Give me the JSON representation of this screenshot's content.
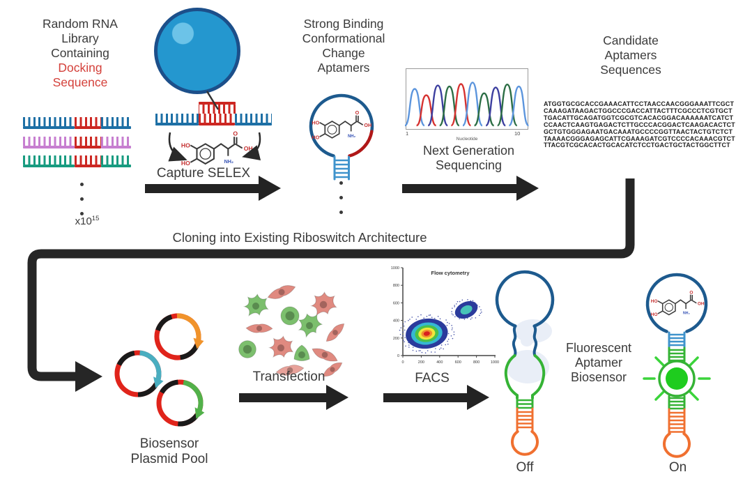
{
  "palette": {
    "text_dark": "#3b3b3b",
    "accent_red": "#d4403a",
    "strand_blue": "#1d6fa5",
    "strand_purple": "#c77fd0",
    "strand_teal": "#189b80",
    "docking_red": "#cc2722",
    "bead_blue": "#2497cf",
    "loop_dark_blue": "#1d5a8e",
    "stem_light_blue": "#3f93cc",
    "stem_green": "#35b335",
    "stem_orange": "#f07030",
    "fluorescence_green": "#1ecc1e",
    "plasmid_red": "#e0241b",
    "plasmid_orange": "#f0932b",
    "plasmid_cyan": "#4aaec0",
    "plasmid_green": "#52b14a",
    "cell_green": "#7cbf6d",
    "cell_red": "#e08a80",
    "arrow_black": "#232323"
  },
  "library": {
    "lines_black": [
      "Random RNA",
      "Library",
      "Containing"
    ],
    "lines_red": [
      "Docking",
      "Sequence"
    ],
    "count_base": "x10",
    "count_exp": "15"
  },
  "capture": {
    "label": "Capture SELEX"
  },
  "aptamers": {
    "lines": [
      "Strong Binding",
      "Conformational",
      "Change",
      "Aptamers"
    ]
  },
  "ngs": {
    "lines": [
      "Next Generation",
      "Sequencing"
    ]
  },
  "candidates": {
    "lines": [
      "Candidate",
      "Aptamers",
      "Sequences"
    ],
    "sequences": [
      "ATGGTGCGCACCGAAACATTCCTAACCAACGGGAAATTCGCT",
      "CAAAGATAAGACTGGCCCGACCATTACTTTCGCCCTCGTGCT",
      "TGACATTGCAGATGGTCGCGTCACACGGACAAAAAATCATCT",
      "CCAACTCAAGTGAGACTCTTGCCCACGGACTCAAGACACTCT",
      "GCTGTGGGAGAATGACAAATGCCCCGGTTAACTACTGTCTCT",
      "TAAAACGGGAGAGCATTCGAAAGATCGTCCCCACAAACGTCT",
      "TTACGTCGCACACTGCACATCTCCTGACTGCTACTGGCTTCT"
    ]
  },
  "cloning": {
    "label": "Cloning into Existing Riboswitch Architecture"
  },
  "plasmid_pool": {
    "lines": [
      "Biosensor",
      "Plasmid Pool"
    ]
  },
  "transfection": {
    "label": "Transfection"
  },
  "facs": {
    "label": "FACS"
  },
  "biosensor": {
    "lines": [
      "Fluorescent",
      "Aptamer",
      "Biosensor"
    ],
    "off_label": "Off",
    "on_label": "On"
  },
  "chart_data": [
    {
      "type": "line",
      "title": "",
      "xlabel": "Nucleotide",
      "x_ticks": [
        "1",
        "10"
      ],
      "peaks": [
        {
          "x": 1,
          "height": 0.75,
          "color": "#5c95dd"
        },
        {
          "x": 2,
          "height": 0.62,
          "color": "#d63230"
        },
        {
          "x": 3,
          "height": 0.82,
          "color": "#3c3f9f"
        },
        {
          "x": 4,
          "height": 0.8,
          "color": "#2c6e45"
        },
        {
          "x": 5,
          "height": 0.85,
          "color": "#d63230"
        },
        {
          "x": 6,
          "height": 0.88,
          "color": "#5c95dd"
        },
        {
          "x": 7,
          "height": 0.66,
          "color": "#2c6e45"
        },
        {
          "x": 8,
          "height": 0.78,
          "color": "#3c3f9f"
        },
        {
          "x": 9,
          "height": 0.84,
          "color": "#2c6e45"
        },
        {
          "x": 10,
          "height": 0.8,
          "color": "#5c95dd"
        }
      ]
    },
    {
      "type": "scatter",
      "title": "Flow cytometry",
      "xlim": [
        0,
        1000
      ],
      "ylim": [
        0,
        1000
      ],
      "x_ticks": [
        0,
        200,
        400,
        600,
        800,
        1000
      ],
      "y_ticks": [
        0,
        200,
        400,
        600,
        800,
        1000
      ],
      "clusters": [
        {
          "cx": 260,
          "cy": 250,
          "rx": 230,
          "ry": 170,
          "rotation": -8,
          "levels": [
            [
              "#2b3b9c",
              1
            ],
            [
              "#35b8d3",
              0.74
            ],
            [
              "#4ac04a",
              0.56
            ],
            [
              "#f0e63c",
              0.4
            ],
            [
              "#ef8f2e",
              0.26
            ],
            [
              "#d81f1f",
              0.15
            ]
          ]
        },
        {
          "cx": 690,
          "cy": 520,
          "rx": 130,
          "ry": 90,
          "rotation": -25,
          "levels": [
            [
              "#2b3b9c",
              1
            ],
            [
              "#48c4b8",
              0.52
            ]
          ]
        }
      ]
    }
  ]
}
